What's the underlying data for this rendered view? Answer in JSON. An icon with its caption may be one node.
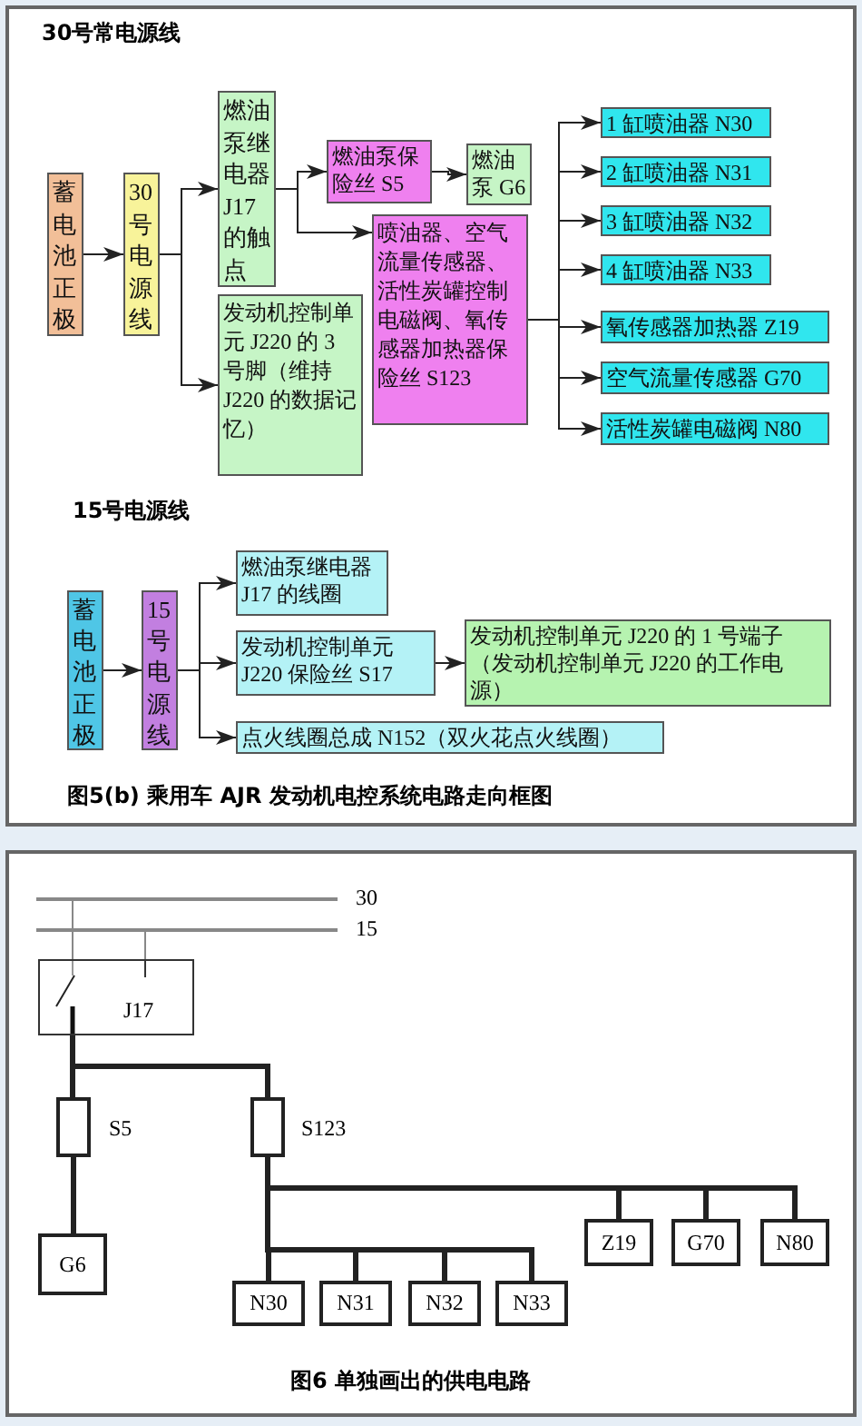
{
  "diagram": {
    "nodes": [
      {
        "text": [
          "蓄电池正极"
        ]
      },
      {
        "text": [
          "30号电源线"
        ]
      },
      {
        "text": [
          "燃油泵继电器 J17 的触点"
        ]
      },
      {
        "text": [
          "发动机控制单元 J220 的 3 号脚（维持 J220 的数据记忆）"
        ]
      },
      {
        "text": [
          "燃油泵保险丝 S5"
        ]
      },
      {
        "text": [
          "燃油泵 G6"
        ]
      },
      {
        "text": [
          "喷油器、空气流量传感器、活性炭罐控制电磁阀、氧传感器加热器保险丝 S123"
        ]
      },
      {
        "text": [
          "1 缸喷油器 N30"
        ]
      },
      {
        "text": [
          "2 缸喷油器 N31"
        ]
      },
      {
        "text": [
          "3 缸喷油器 N32"
        ]
      },
      {
        "text": [
          "4 缸喷油器 N33"
        ]
      },
      {
        "text": [
          "氧传感器加热器 Z19"
        ]
      },
      {
        "text": [
          "空气流量传感器 G70"
        ]
      },
      {
        "text": [
          "活性炭罐电磁阀 N80"
        ]
      },
      {
        "text": [
          "蓄电池正极"
        ]
      },
      {
        "text": [
          "15号电源线"
        ]
      },
      {
        "text": [
          "燃油泵继电器 J17 的线圈"
        ]
      },
      {
        "text": [
          "发动机控制单元 J220 保险丝 S17"
        ]
      },
      {
        "text": [
          "发动机控制单元 J220 的 1 号端子（发动机控制单元 J220 的工作电源）"
        ]
      },
      {
        "text": [
          "点火线圈总成 N152（双火花点火线圈）"
        ]
      },
      {
        "text": [],
        "shape": "bar",
        "beside": [
          "30"
        ]
      },
      {
        "text": [],
        "shape": "bar",
        "beside": [
          "15"
        ]
      },
      {
        "text": [
          "J17"
        ]
      },
      {
        "text": [],
        "shape": "box",
        "beside": [
          "S5"
        ]
      },
      {
        "text": [],
        "shape": "box",
        "beside": [
          "S123"
        ]
      },
      {
        "text": [
          "G6"
        ]
      },
      {
        "text": [
          "N30"
        ]
      },
      {
        "text": [
          "N31"
        ]
      },
      {
        "text": [
          "N32"
        ]
      },
      {
        "text": [
          "N33"
        ]
      },
      {
        "text": [
          "Z19"
        ]
      },
      {
        "text": [
          "G70"
        ]
      },
      {
        "text": [
          "N80"
        ]
      }
    ],
    "edges": [
      {
        "from": 0,
        "to": 1,
        "arrow": "to"
      },
      {
        "from": 1,
        "to": 2,
        "arrow": "to"
      },
      {
        "from": 1,
        "to": 3,
        "arrow": "to"
      },
      {
        "from": 2,
        "to": 4,
        "arrow": "to"
      },
      {
        "from": 2,
        "to": 6,
        "arrow": "to"
      },
      {
        "from": 4,
        "to": 5,
        "arrow": "to"
      },
      {
        "from": 6,
        "to": 7,
        "arrow": "to"
      },
      {
        "from": 6,
        "to": 8,
        "arrow": "to"
      },
      {
        "from": 6,
        "to": 9,
        "arrow": "to"
      },
      {
        "from": 6,
        "to": 10,
        "arrow": "to"
      },
      {
        "from": 6,
        "to": 11,
        "arrow": "to"
      },
      {
        "from": 6,
        "to": 12,
        "arrow": "to"
      },
      {
        "from": 6,
        "to": 13,
        "arrow": "to"
      },
      {
        "from": 14,
        "to": 15,
        "arrow": "to"
      },
      {
        "from": 15,
        "to": 16,
        "arrow": "to"
      },
      {
        "from": 15,
        "to": 17,
        "arrow": "to"
      },
      {
        "from": 15,
        "to": 19,
        "arrow": "to"
      },
      {
        "from": 17,
        "to": 18,
        "arrow": "to"
      },
      {
        "from": 20,
        "to": 22,
        "arrow": "none",
        "color": "#888888"
      },
      {
        "from": 21,
        "to": 22,
        "arrow": "none",
        "color": "#888888"
      },
      {
        "from": 22,
        "to": 23,
        "arrow": "none",
        "style": "thick"
      },
      {
        "from": 22,
        "to": 24,
        "arrow": "none",
        "style": "thick"
      },
      {
        "from": 23,
        "to": 25,
        "arrow": "none",
        "style": "thick"
      },
      {
        "from": 24,
        "to": 26,
        "arrow": "none",
        "style": "thick"
      },
      {
        "from": 24,
        "to": 27,
        "arrow": "none",
        "style": "thick"
      },
      {
        "from": 24,
        "to": 28,
        "arrow": "none",
        "style": "thick"
      },
      {
        "from": 24,
        "to": 29,
        "arrow": "none",
        "style": "thick"
      },
      {
        "from": 24,
        "to": 30,
        "arrow": "none",
        "style": "thick"
      },
      {
        "from": 24,
        "to": 31,
        "arrow": "none",
        "style": "thick"
      },
      {
        "from": 24,
        "to": 32,
        "arrow": "none",
        "style": "thick"
      }
    ],
    "labels": [
      "30号常电源线",
      "15号电源线",
      "图5(b) 乘用车 AJR 发动机电控系统电路走向框图",
      "图6 单独画出的供电电路"
    ]
  }
}
